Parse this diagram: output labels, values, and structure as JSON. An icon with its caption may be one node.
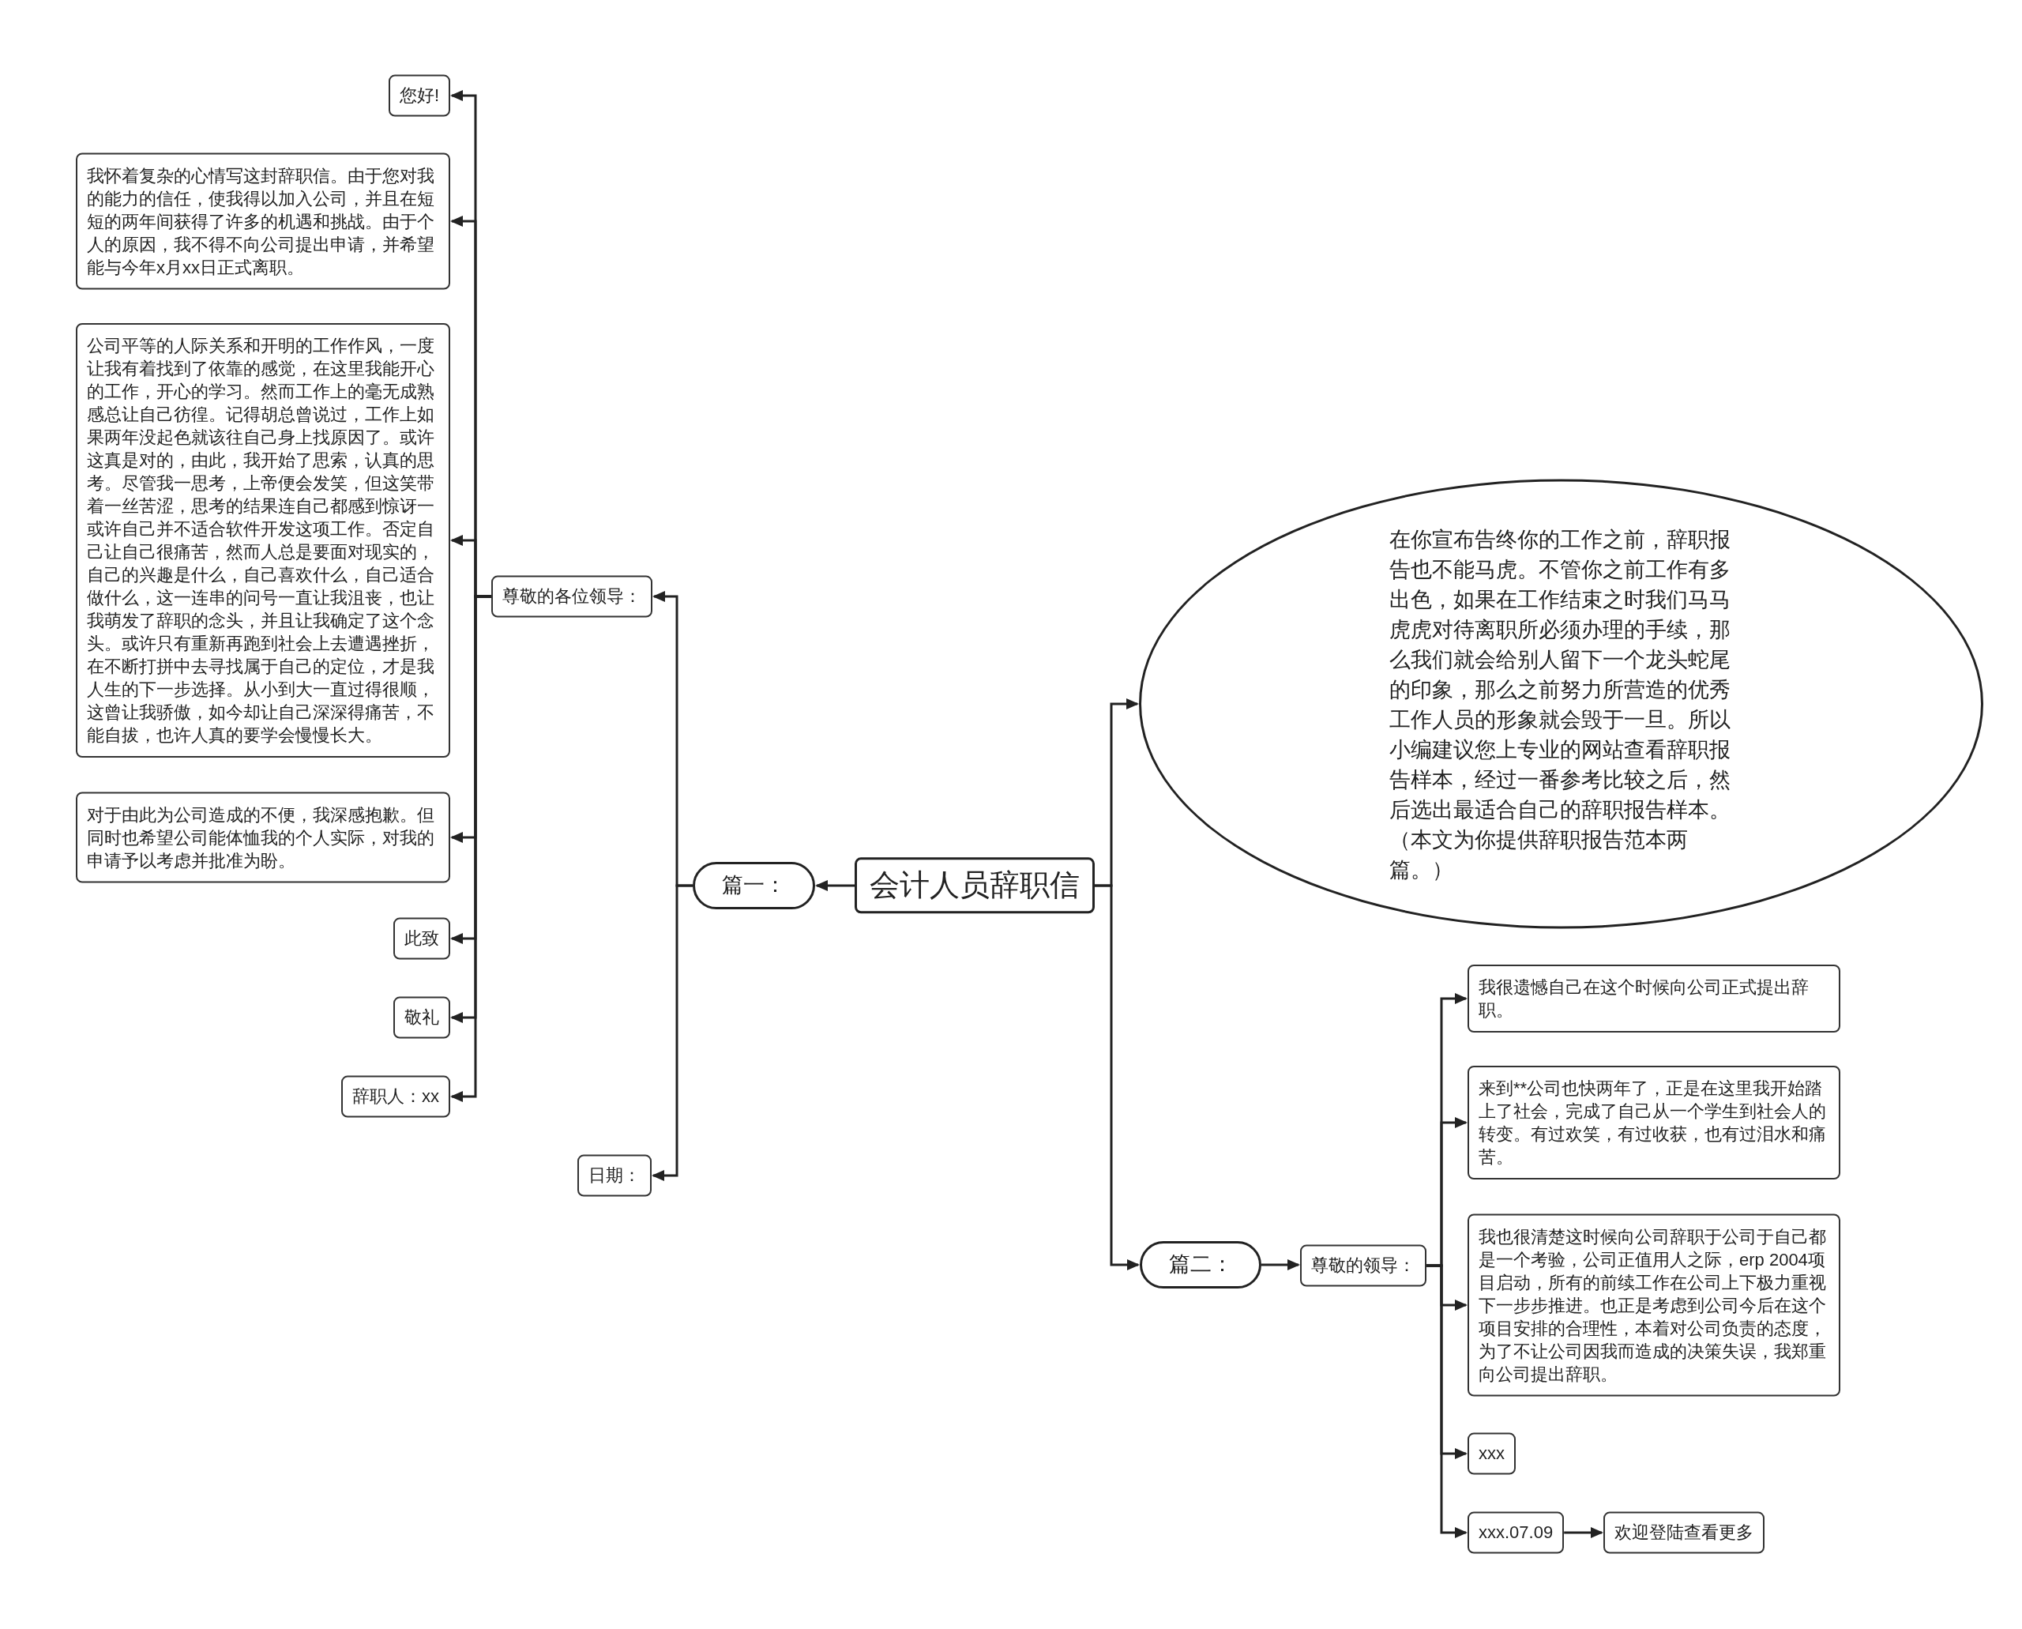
{
  "diagram": {
    "nodes": [
      {
        "text": [
          "会计人员辞职信"
        ]
      },
      {
        "text": [
          "篇一："
        ]
      },
      {
        "text": [
          "尊敬的各位领导："
        ]
      },
      {
        "text": [
          "您好!"
        ]
      },
      {
        "text": [
          "我怀着复杂的心情写这封辞职信。由于您对我的能力的信任，使我得以加入公司，并且在短短的两年间获得了许多的机遇和挑战。由于个人的原因，我不得不向公司提出申请，并希望能与今年x月xx日正式离职。"
        ]
      },
      {
        "text": [
          "公司平等的人际关系和开明的工作作风，一度让我有着找到了依靠的感觉，在这里我能开心的工作，开心的学习。然而工作上的毫无成熟感总让自己彷徨。记得胡总曾说过，工作上如果两年没起色就该往自己身上找原因了。或许这真是对的，由此，我开始了思索，认真的思考。尽管我一思考，上帝便会发笑，但这笑带着一丝苦涩，思考的结果连自己都感到惊讶一或许自己并不适合软件开发这项工作。否定自己让自己很痛苦，然而人总是要面对现实的，自己的兴趣是什么，自己喜欢什么，自己适合做什么，这一连串的问号一直让我沮丧，也让我萌发了辞职的念头，并且让我确定了这个念头。或许只有重新再跑到社会上去遭遇挫折，在不断打拼中去寻找属于自己的定位，才是我人生的下一步选择。从小到大一直过得很顺，这曾让我骄傲，如今却让自己深深得痛苦，不能自拔，也许人真的要学会慢慢长大。"
        ]
      },
      {
        "text": [
          "对于由此为公司造成的不便，我深感抱歉。但同时也希望公司能体恤我的个人实际，对我的申请予以考虑并批准为盼。"
        ]
      },
      {
        "text": [
          "此致"
        ]
      },
      {
        "text": [
          "敬礼"
        ]
      },
      {
        "text": [
          "辞职人：xx"
        ]
      },
      {
        "text": [
          "日期："
        ]
      },
      {
        "text": [
          "在你宣布告终你的工作之前，辞职报告也不能马虎。不管你之前工作有多出色，如果在工作结束之时我们马马虎虎对待离职所必须办理的手续，那么我们就会给别人留下一个龙头蛇尾的印象，那么之前努力所营造的优秀工作人员的形象就会毁于一旦。所以小编建议您上专业的网站查看辞职报告样本，经过一番参考比较之后，然后选出最适合自己的辞职报告样本。（本文为你提供辞职报告范本两篇。）"
        ]
      },
      {
        "text": [
          "篇二："
        ]
      },
      {
        "text": [
          "尊敬的领导："
        ]
      },
      {
        "text": [
          "我很遗憾自己在这个时候向公司正式提出辞职。"
        ]
      },
      {
        "text": [
          "来到**公司也快两年了，正是在这里我开始踏上了社会，完成了自己从一个学生到社会人的转变。有过欢笑，有过收获，也有过泪水和痛苦。"
        ]
      },
      {
        "text": [
          "我也很清楚这时候向公司辞职于公司于自己都是一个考验，公司正值用人之际，erp 2004项目启动，所有的前续工作在公司上下极力重视下一步步推进。也正是考虑到公司今后在这个项目安排的合理性，本着对公司负责的态度，为了不让公司因我而造成的决策失误，我郑重向公司提出辞职。"
        ]
      },
      {
        "text": [
          "xxx"
        ]
      },
      {
        "text": [
          "xxx.07.09"
        ]
      },
      {
        "text": [
          "欢迎登陆查看更多"
        ]
      }
    ],
    "edges": [
      {
        "from": 0,
        "to": 1,
        "arrow": "to"
      },
      {
        "from": 1,
        "to": 2,
        "arrow": "to"
      },
      {
        "from": 2,
        "to": 3,
        "arrow": "to"
      },
      {
        "from": 2,
        "to": 4,
        "arrow": "to"
      },
      {
        "from": 2,
        "to": 5,
        "arrow": "to"
      },
      {
        "from": 2,
        "to": 6,
        "arrow": "to"
      },
      {
        "from": 2,
        "to": 7,
        "arrow": "to"
      },
      {
        "from": 2,
        "to": 8,
        "arrow": "to"
      },
      {
        "from": 2,
        "to": 9,
        "arrow": "to"
      },
      {
        "from": 1,
        "to": 10,
        "arrow": "to"
      },
      {
        "from": 0,
        "to": 11,
        "arrow": "to"
      },
      {
        "from": 0,
        "to": 12,
        "arrow": "to"
      },
      {
        "from": 12,
        "to": 13,
        "arrow": "to"
      },
      {
        "from": 13,
        "to": 14,
        "arrow": "to"
      },
      {
        "from": 13,
        "to": 15,
        "arrow": "to"
      },
      {
        "from": 13,
        "to": 16,
        "arrow": "to"
      },
      {
        "from": 13,
        "to": 17,
        "arrow": "to"
      },
      {
        "from": 13,
        "to": 18,
        "arrow": "to"
      },
      {
        "from": 18,
        "to": 19,
        "arrow": "to"
      }
    ]
  }
}
